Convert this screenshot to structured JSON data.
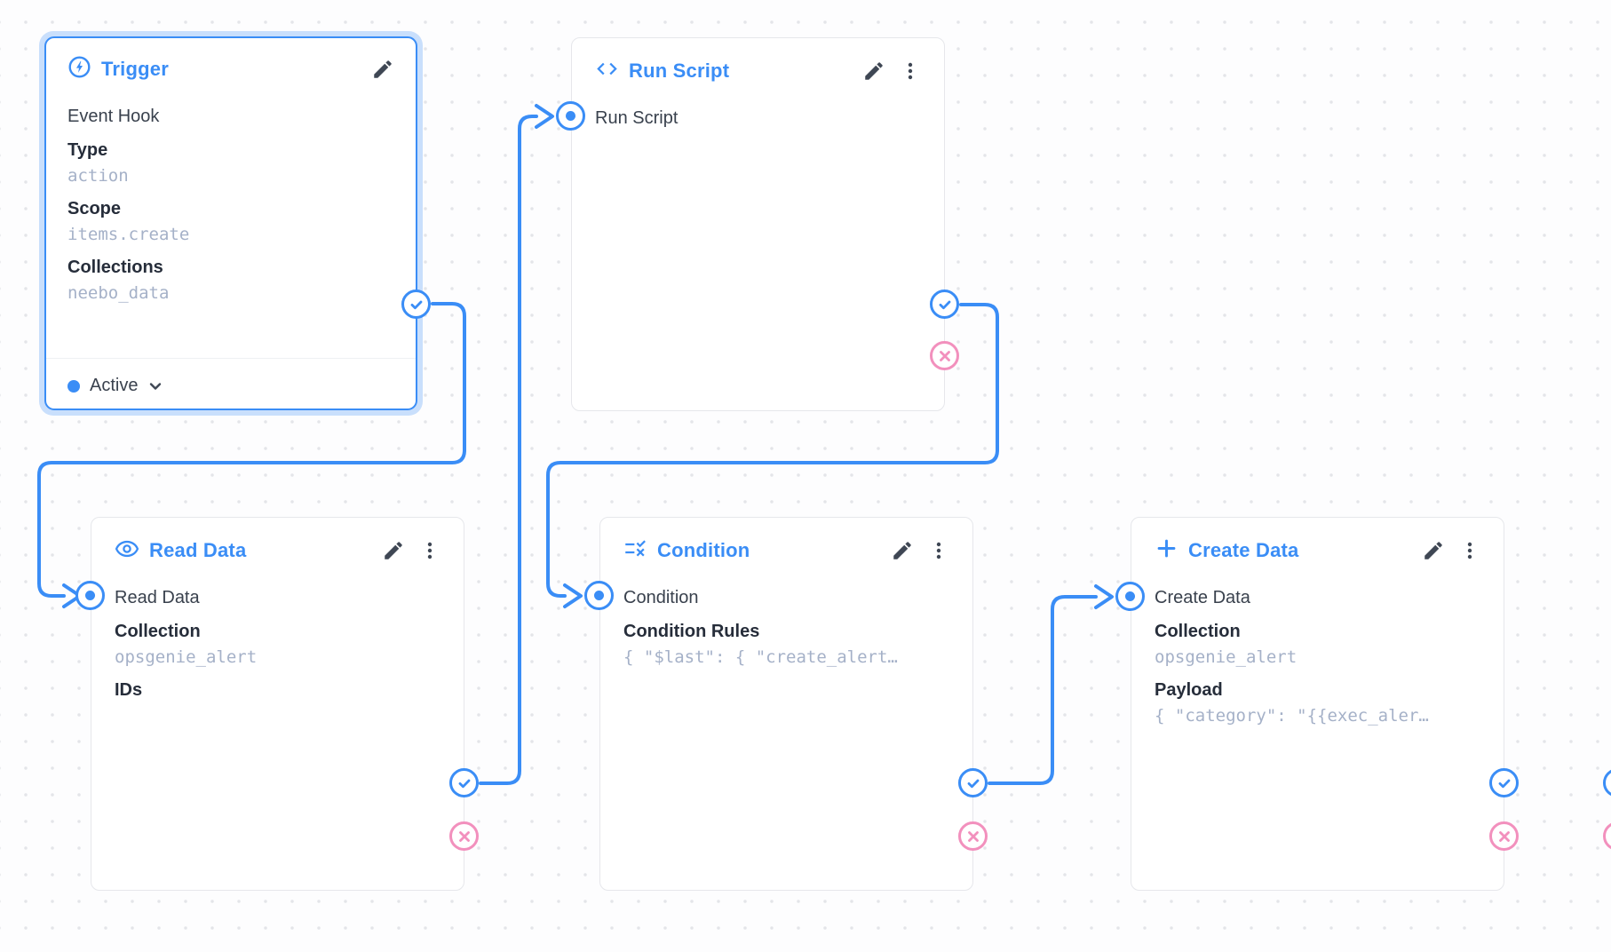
{
  "canvas": {
    "primary_color": "#3a8df6",
    "reject_color": "#f290bd",
    "selection_halo_color": "#c9dffc"
  },
  "trigger_card": {
    "title": "Trigger",
    "icon": "bolt-circle-icon",
    "type_label": "Event Hook",
    "fields": [
      {
        "label": "Type",
        "value": "action"
      },
      {
        "label": "Scope",
        "value": "items.create"
      },
      {
        "label": "Collections",
        "value": "neebo_data"
      }
    ],
    "status": {
      "label": "Active"
    }
  },
  "operation_cards": [
    {
      "title": "Run Script",
      "icon": "code-icon",
      "name": "Run Script",
      "fields": []
    },
    {
      "title": "Read Data",
      "icon": "eye-icon",
      "name": "Read Data",
      "fields": [
        {
          "label": "Collection",
          "value": "opsgenie_alert"
        },
        {
          "label": "IDs",
          "value": ""
        }
      ]
    },
    {
      "title": "Condition",
      "icon": "rule-icon",
      "name": "Condition",
      "fields": [
        {
          "label": "Condition Rules",
          "value": "{ \"$last\": { \"create_alert…"
        }
      ]
    },
    {
      "title": "Create Data",
      "icon": "plus-icon",
      "name": "Create Data",
      "fields": [
        {
          "label": "Collection",
          "value": "opsgenie_alert"
        },
        {
          "label": "Payload",
          "value": "{ \"category\": \"{{exec_aler…"
        }
      ]
    }
  ]
}
